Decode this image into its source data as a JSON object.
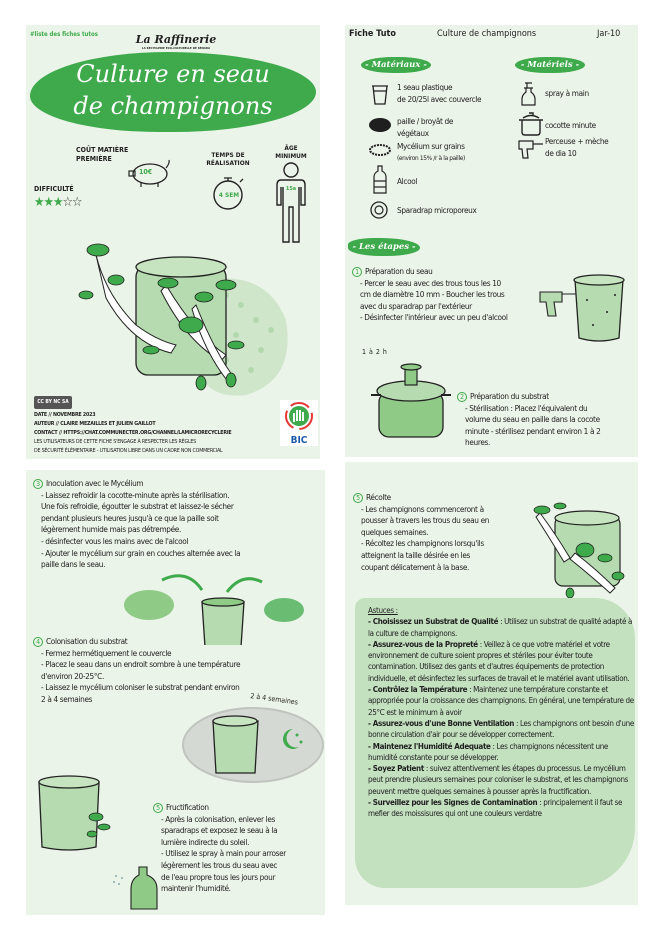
{
  "page1": {
    "tag": "#liste des fiches tutos",
    "brand": "La Raffinerie",
    "brand_subtitle": "LA RECYCLERIE ÉCO-CULTURELLE DE SÉNARA",
    "title_line1": "Culture en seau",
    "title_line2": "de champignons",
    "cost_label_1": "Coût matière",
    "cost_label_2": "première",
    "cost_value": "10€",
    "time_label_1": "Temps de",
    "time_label_2": "réalisation",
    "time_value": "4 SEM",
    "age_label_1": "Âge",
    "age_label_2": "minimum",
    "age_value": "15a",
    "difficulty_label": "Difficulté",
    "difficulty_rating": 3,
    "difficulty_max": 5,
    "license": "CC BY NC SA",
    "date": "Date // Novembre 2023",
    "author": "Auteur // Claire Mezailles et Julien Gaillot",
    "contact": "Contact // https://chat.communecter.org/channel/LaMicrorecyclerie",
    "disclaimer_1": "Les utilisateurs de cette fiche s'engage à respecter les règles",
    "disclaimer_2": "de sécurité élémentaire - utilisation libre dans un cadre non commercial",
    "logo_text": "BIC",
    "colors": {
      "accent": "#3eaa4b",
      "panel_bg": "#ebf4e8",
      "light_green": "#b6dbb0"
    }
  },
  "page2": {
    "header_left": "Fiche Tuto",
    "header_center": "Culture de champignons",
    "header_right": "Jar-10",
    "materiaux_title": "- Matériaux -",
    "materiels_title": "- Matériels -",
    "materiaux": [
      {
        "icon": "bucket-icon",
        "line1": "1 seau plastique",
        "line2": "de 20/25l avec couvercle"
      },
      {
        "icon": "straw-icon",
        "line1": "paille / broyât de",
        "line2": "végétaux"
      },
      {
        "icon": "mycelium-icon",
        "line1": "Mycélium sur grains",
        "line2": "(environ 15% /r à la paille)"
      },
      {
        "icon": "bottle-icon",
        "line1": "Alcool",
        "line2": ""
      },
      {
        "icon": "tape-icon",
        "line1": "Sparadrap microporeux",
        "line2": ""
      }
    ],
    "materiels": [
      {
        "icon": "spray-icon",
        "line1": "spray à main",
        "line2": ""
      },
      {
        "icon": "pressure-cooker-icon",
        "line1": "cocotte minute",
        "line2": ""
      },
      {
        "icon": "drill-icon",
        "line1": "Perceuse + mèche",
        "line2": "de dia 10"
      }
    ],
    "etapes_title": "- Les étapes -",
    "step1": {
      "num": "1",
      "title": "Préparation du seau",
      "lines": [
        "- Percer le seau avec des trous tous les 10",
        "cm de diamètre 10 mm - Boucher les trous",
        "avec du sparadrap par l'extérieur",
        "- Désinfecter l'intérieur avec un peu d'alcool"
      ]
    },
    "cooker_duration": "1 à 2 h",
    "step2": {
      "num": "2",
      "title": "Préparation du substrat",
      "lines": [
        "- Stérilisation : Placez l'équivalent du",
        "volume du seau en paille dans la cocote",
        "minute - stérilisez pendant environ 1 à 2",
        "heures."
      ]
    }
  },
  "page3": {
    "step3": {
      "num": "3",
      "title": "Inoculation avec le Mycélium",
      "lines": [
        "- Laissez refroidir la cocotte-minute après la stérilisation.",
        "Une fois refroidie, égoutter le substrat et laissez-le sécher",
        "pendant plusieurs heures jusqu'à ce que la paille soit",
        "légèrement humide mais pas détrempée.",
        "- désinfecter vous les mains avec de l'alcool",
        "- Ajouter le mycélium sur grain en couches alternée avec la",
        "paille dans le seau."
      ]
    },
    "step4": {
      "num": "4",
      "title": "Colonisation du substrat",
      "lines": [
        "- Fermez hermétiquement le couvercle",
        "- Placez le seau dans un endroit sombre à une température",
        "d'environ 20-25°C.",
        "- Laissez le mycélium coloniser le substrat pendant environ",
        "2 à 4 semaines"
      ]
    },
    "dark_duration": "2 à 4 semaines",
    "step5": {
      "num": "5",
      "title": "Fructification",
      "lines": [
        "- Après la colonisation, enlever les",
        "sparadraps et exposez le seau à la",
        "lumière indirecte du soleil.",
        "- Utilisez le spray à main pour arroser",
        "légèrement les trous du seau avec",
        "de l'eau propre tous les jours pour",
        "maintenir l'humidité."
      ]
    }
  },
  "page4": {
    "step6": {
      "num": "5",
      "title": "Récolte",
      "lines": [
        "- Les champignons commenceront à",
        "pousser à travers les trous du seau en",
        "quelques semaines.",
        "- Récoltez les champignons lorsqu'ils",
        "atteignent la taille désirée en les",
        "coupant délicatement à la base."
      ]
    },
    "astuces_title": "Astuces :",
    "astuces": [
      {
        "bold": "- Choisissez un Substrat de Qualité",
        "text": " : Utilisez un substrat de qualité adapté à la culture de champignons."
      },
      {
        "bold": "- Assurez-vous de la Propreté",
        "text": " : Veillez à ce que votre matériel et votre environnement de culture soient propres et stériles pour éviter toute contamination. Utilisez des gants et d'autres équipements de protection individuelle, et désinfectez les surfaces de travail et le matériel avant utilisation."
      },
      {
        "bold": "- Contrôlez la Température",
        "text": " : Maintenez une température constante et appropriée pour la croissance des champignons. En général, une température de 25°C est le minimum à avoir"
      },
      {
        "bold": "- Assurez-vous d'une Bonne Ventilation",
        "text": " : Les champignons ont besoin d'une bonne circulation d'air pour se développer correctement."
      },
      {
        "bold": "- Maintenez l'Humidité Adequate",
        "text": " : Les champignons nécessitent une humidité constante pour se développer."
      },
      {
        "bold": "- Soyez Patient",
        "text": " : suivez attentivement les étapes du processus. Le mycélium peut prendre plusieurs semaines pour coloniser le substrat, et les champignons peuvent mettre quelques semaines à pousser après la fructification."
      },
      {
        "bold": "- Surveillez pour les Signes de Contamination",
        "text": " : principalement il faut se mefier des moissisures qui ont une couleurs verdatre"
      }
    ]
  }
}
